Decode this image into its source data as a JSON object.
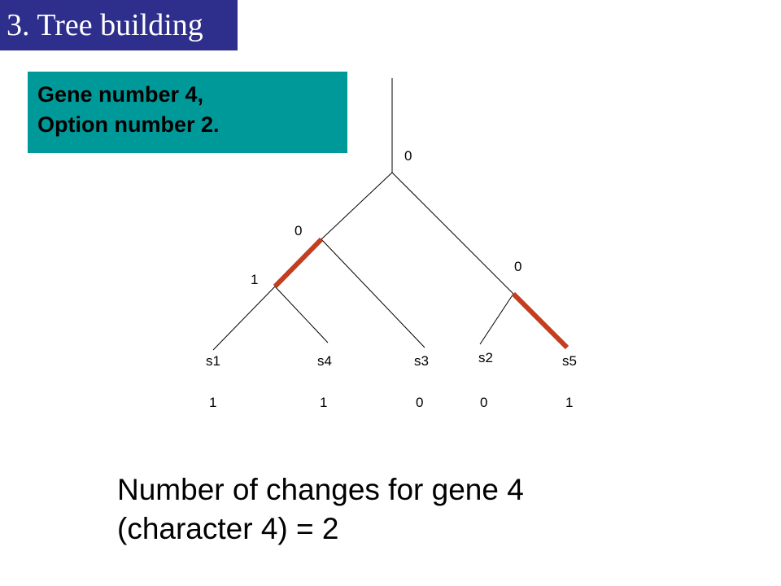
{
  "slide": {
    "title": "3. Tree building",
    "info_line1": "Gene number 4,",
    "info_line2": "Option number 2.",
    "conclusion_line1": "Number of changes for gene 4",
    "conclusion_line2": "(character 4) = 2"
  },
  "tree": {
    "node_labels": {
      "root": "0",
      "left_internal": "0",
      "right_internal": "0",
      "s1_s4_internal": "1"
    },
    "taxa": [
      {
        "name": "s1",
        "state": "1"
      },
      {
        "name": "s4",
        "state": "1"
      },
      {
        "name": "s3",
        "state": "0"
      },
      {
        "name": "s2",
        "state": "0"
      },
      {
        "name": "s5",
        "state": "1"
      }
    ],
    "change_color": "#c33d1e",
    "line_color": "#000000"
  }
}
